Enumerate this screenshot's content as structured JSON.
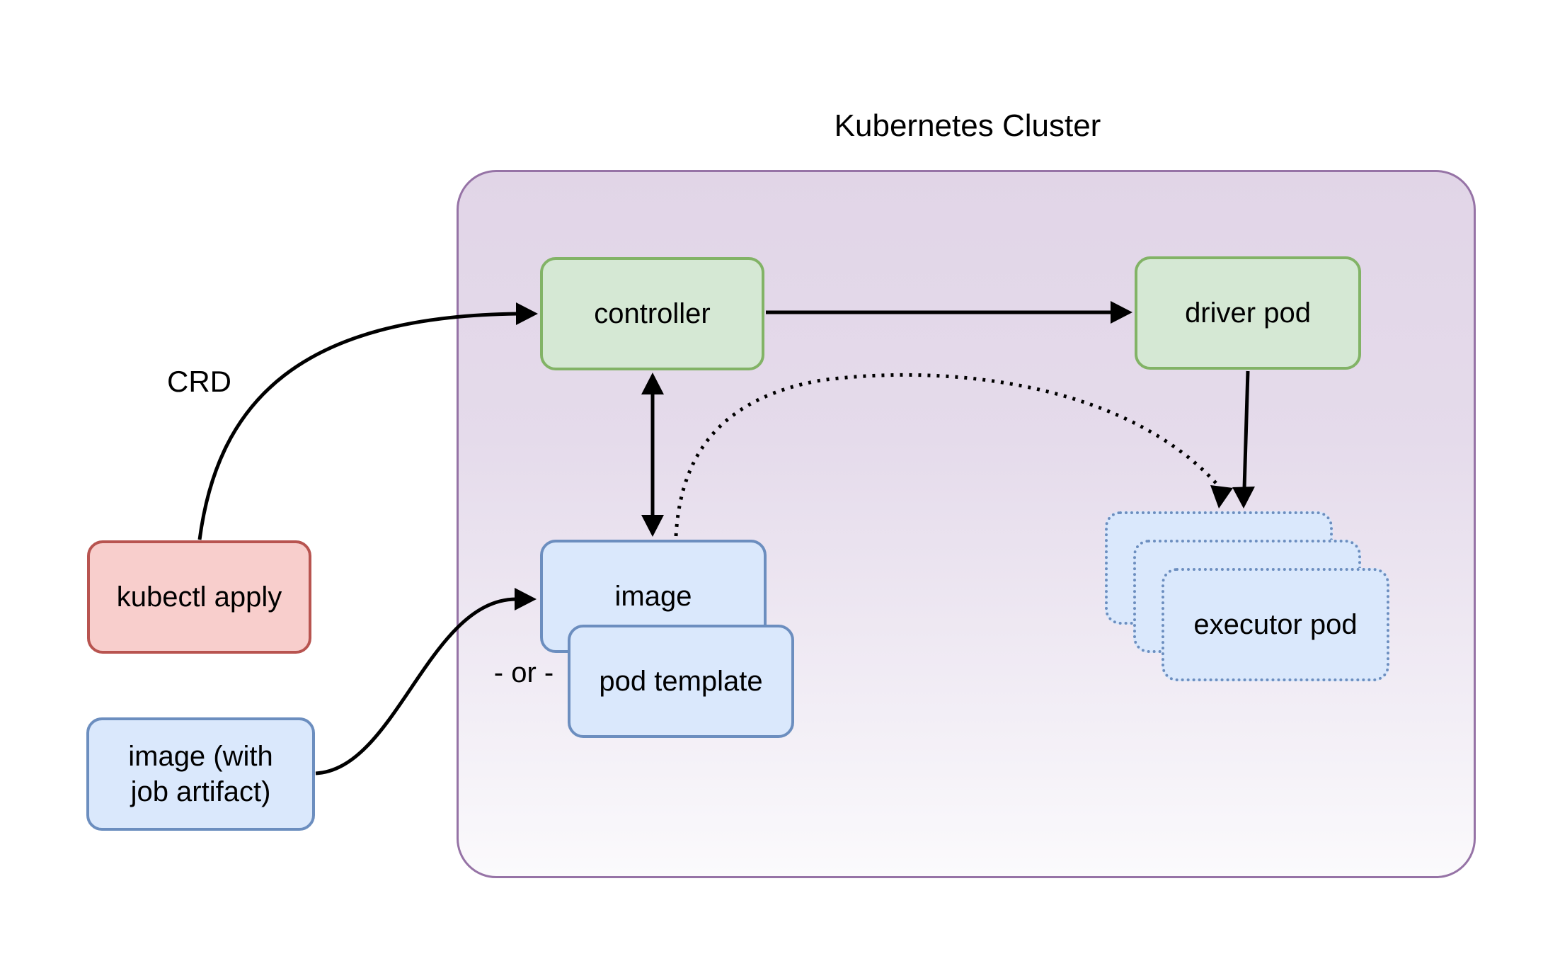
{
  "diagram": {
    "cluster_title": "Kubernetes Cluster",
    "nodes": {
      "controller": "controller",
      "driver_pod": "driver pod",
      "image": "image",
      "pod_template": "pod template",
      "executor_pod": "executor pod",
      "kubectl_apply": "kubectl apply",
      "image_with_artifact_lines": [
        "image (with",
        "job artifact)"
      ]
    },
    "edge_labels": {
      "crd": "CRD",
      "or": "- or -"
    },
    "colors": {
      "green_fill": "#d5e8d4",
      "green_stroke": "#82b366",
      "blue_fill": "#dae8fc",
      "blue_stroke": "#6c8ebf",
      "red_fill": "#f8cecc",
      "red_stroke": "#b85450",
      "cluster_fill_top": "#e1d5e7",
      "cluster_fill_bottom": "#fbfafc",
      "cluster_stroke": "#9673a6",
      "edge_color": "#000000"
    }
  }
}
